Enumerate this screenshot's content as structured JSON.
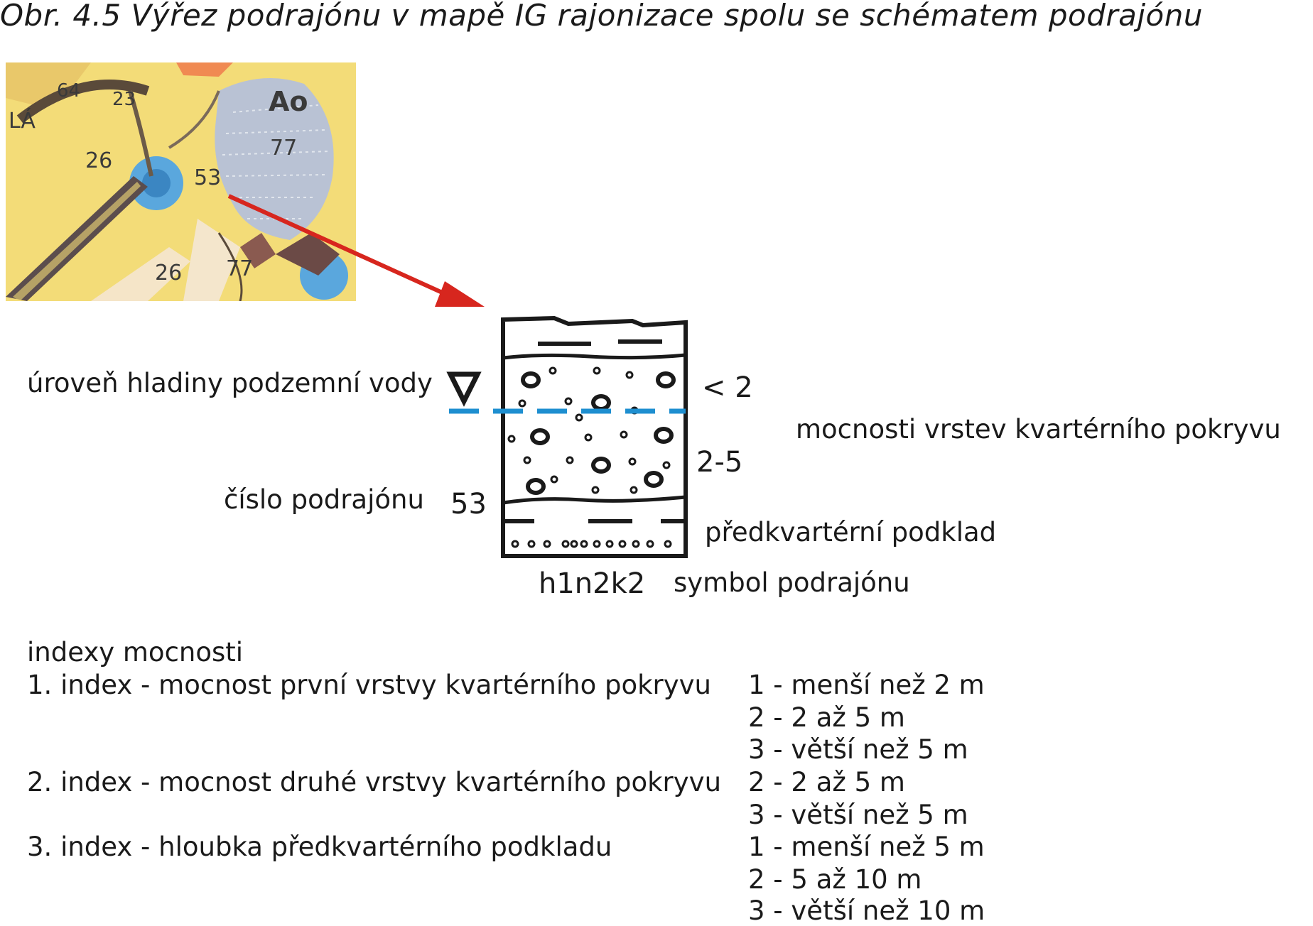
{
  "title": "Obr. 4.5  Výřez podrajónu v mapě IG rajonizace spolu se schématem podrajónu",
  "map": {
    "labels": [
      "Ao",
      "77",
      "53",
      "26",
      "64",
      "23",
      "26",
      "77",
      "LÁ"
    ]
  },
  "diagram": {
    "water_level_label": "úroveň hladiny podzemní vody",
    "first_layer_thickness": "< 2",
    "second_layer_thickness": "2-5",
    "quaternary_thickness_label": "mocnosti vrstev kvartérního pokryvu",
    "subregion_number_label": "číslo podrajónu",
    "subregion_number": "53",
    "prequaternary_label": "předkvartérní podklad",
    "subregion_symbol": "h1n2k2",
    "subregion_symbol_label": "symbol podrajónu"
  },
  "legend": {
    "heading": "indexy mocnosti",
    "indexes": [
      {
        "label": "1. index - mocnost první vrstvy kvartérního pokryvu",
        "values": [
          "1 - menší než 2 m",
          "2 - 2 až 5 m",
          "3 - větší než 5 m"
        ]
      },
      {
        "label": "2. index - mocnost druhé vrstvy kvartérního pokryvu",
        "values": [
          "2 - 2 až 5 m",
          "3 - větší než 5 m"
        ]
      },
      {
        "label": "3. index - hloubka předkvartérního podkladu",
        "values": [
          "1 - menší než 5 m",
          "2 - 5 až 10 m",
          "3 - větší než 10 m"
        ]
      }
    ]
  },
  "colors": {
    "arrow": "#d7261e",
    "water_line": "#1e8fd0",
    "map_yellow": "#f3dc78",
    "map_blue": "#5aa7dd",
    "map_grey": "#b9c2d4"
  }
}
